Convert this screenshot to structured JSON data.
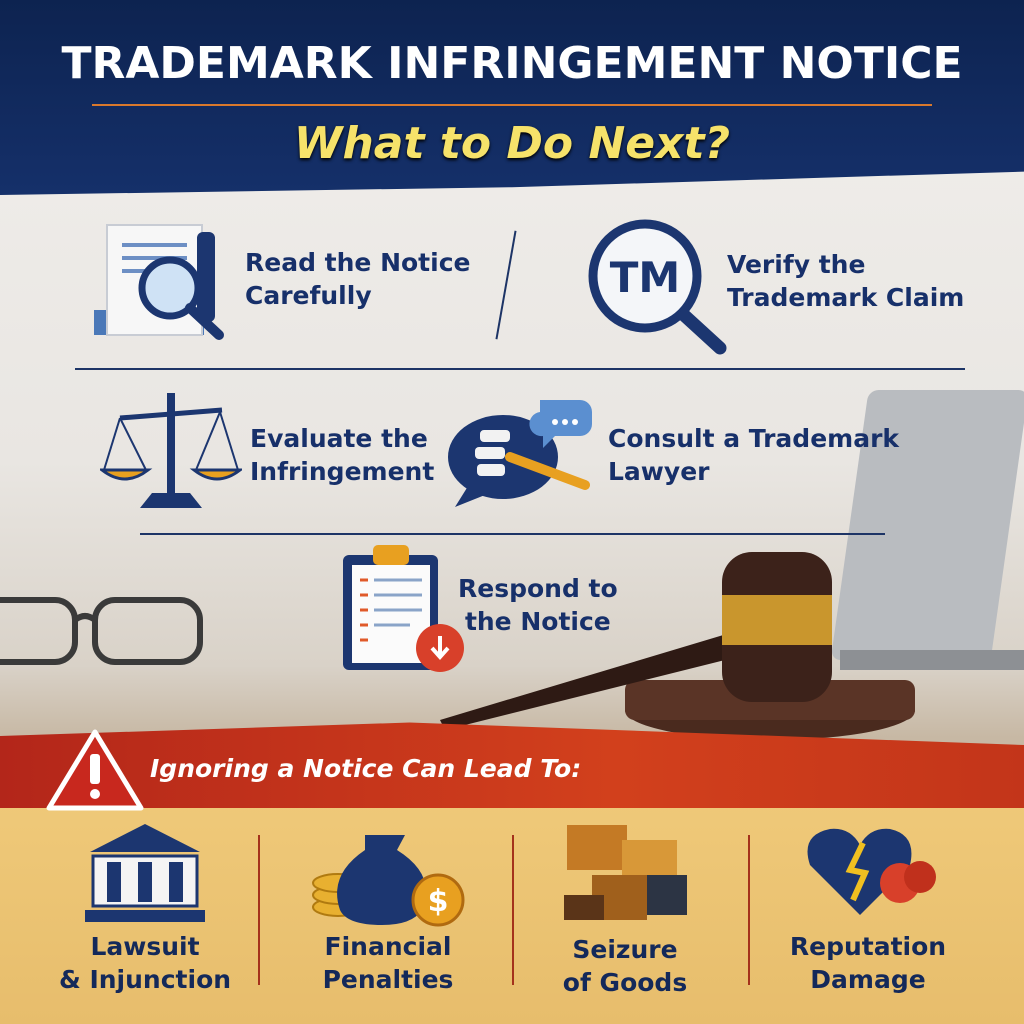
{
  "header": {
    "title": "TRADEMARK INFRINGEMENT NOTICE",
    "subtitle": "What to Do Next?"
  },
  "steps": [
    {
      "label_line1": "Read the Notice",
      "label_line2": "Carefully",
      "icon": "document-magnifier-icon"
    },
    {
      "label_line1": "Verify the",
      "label_line2": "Trademark Claim",
      "icon": "tm-magnifier-icon",
      "badge": "TM"
    },
    {
      "label_line1": "Evaluate the",
      "label_line2": "Infringement",
      "icon": "scales-icon"
    },
    {
      "label_line1": "Consult a Trademark",
      "label_line2": "Lawyer",
      "icon": "lawyer-chat-icon"
    },
    {
      "label_line1": "Respond to",
      "label_line2": "the Notice",
      "icon": "clipboard-icon"
    }
  ],
  "warning": {
    "text": "Ignoring a Notice Can Lead To:",
    "icon": "warning-icon"
  },
  "consequences": [
    {
      "line1": "Lawsuit",
      "line2": "& Injunction",
      "icon": "courthouse-icon"
    },
    {
      "line1": "Financial",
      "line2": "Penalties",
      "icon": "money-bag-icon",
      "symbol": "$"
    },
    {
      "line1": "Seizure",
      "line2": "of Goods",
      "icon": "boxes-icon"
    },
    {
      "line1": "Reputation",
      "line2": "Damage",
      "icon": "broken-heart-icon"
    }
  ],
  "colors": {
    "navy": "#15306a",
    "yellow": "#f6e26a",
    "red": "#c3351a",
    "tan": "#e9c06f"
  }
}
